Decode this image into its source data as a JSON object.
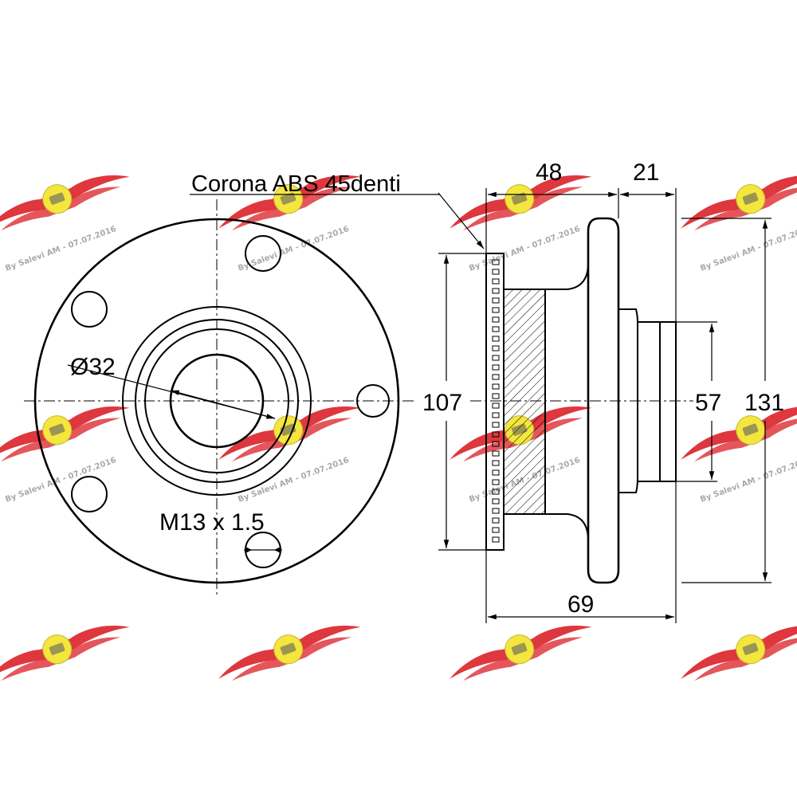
{
  "labels": {
    "abs_ring": "Corona ABS 45denti",
    "bore_diameter": "Ø32",
    "thread": "M13 x 1.5"
  },
  "dimensions": {
    "width_top_left": "48",
    "width_top_right": "21",
    "ring_height": "107",
    "spigot_diameter": "57",
    "flange_diameter": "131",
    "overall_length": "69"
  },
  "watermark": {
    "text": "By Salevi AM - 07.07.2016"
  },
  "colors": {
    "line": "#000000",
    "watermark_red": "#d9141b",
    "watermark_yellow": "#f3e21a"
  }
}
